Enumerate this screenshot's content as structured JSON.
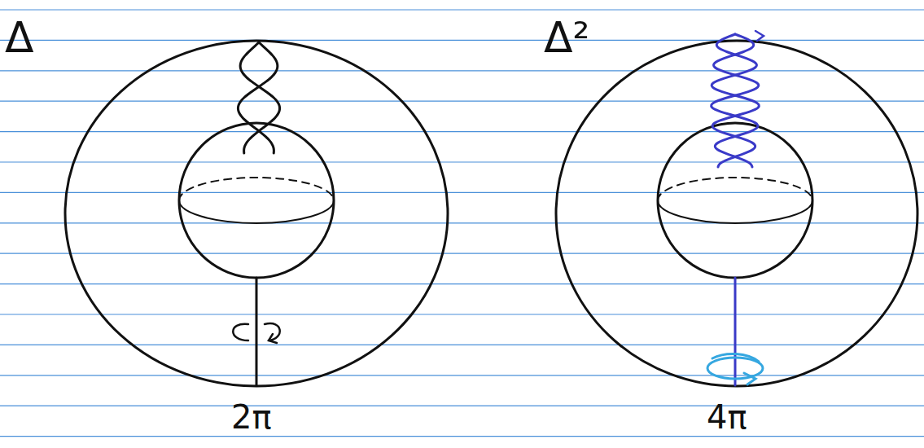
{
  "diagram": {
    "labels": [
      "Δ",
      "Δ²",
      "2π",
      "4π"
    ]
  }
}
